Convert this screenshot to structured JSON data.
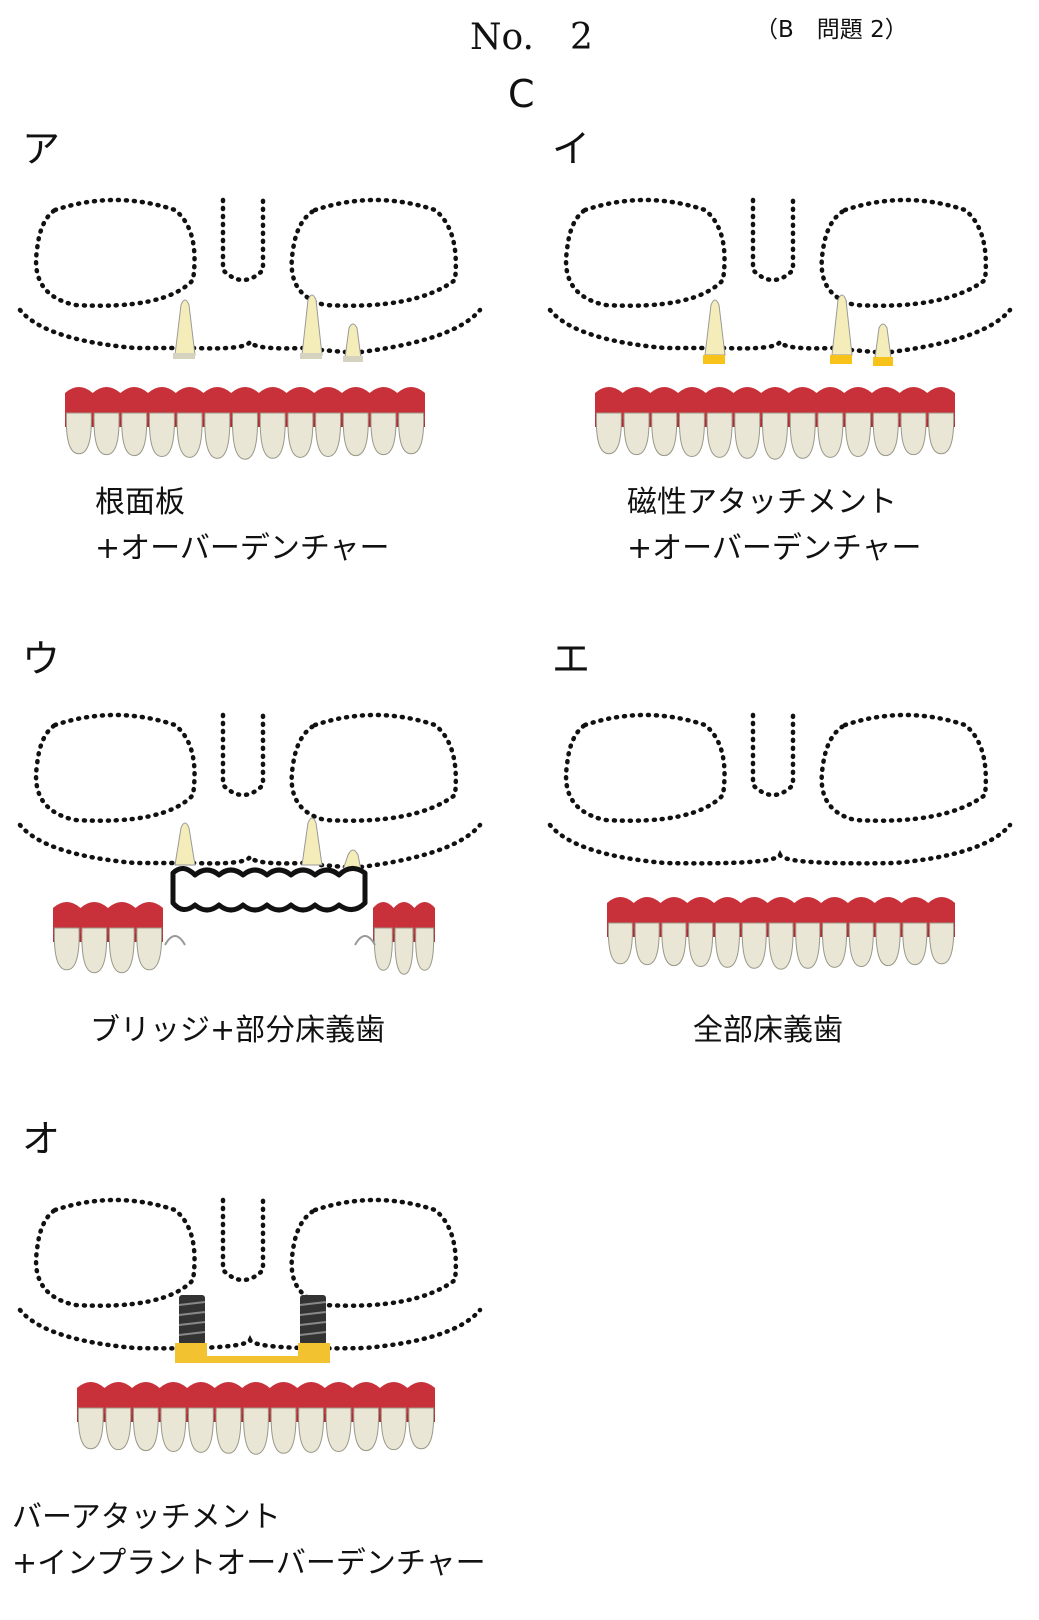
{
  "header": {
    "number": "No.　2",
    "subtitle": "（B　問題 2）",
    "section": "C"
  },
  "panels": [
    {
      "label": "ア",
      "caption_line1": "根面板",
      "caption_line2": "+オーバーデンチャー"
    },
    {
      "label": "イ",
      "caption_line1": "磁性アタッチメント",
      "caption_line2": "+オーバーデンチャー"
    },
    {
      "label": "ウ",
      "caption_line1": "ブリッジ+部分床義歯",
      "caption_line2": ""
    },
    {
      "label": "エ",
      "caption_line1": "全部床義歯",
      "caption_line2": ""
    },
    {
      "label": "オ",
      "caption_line1": "バーアタッチメント",
      "caption_line2": "+インプラントオーバーデンチャー"
    }
  ],
  "colors": {
    "gum": "#c8313a",
    "gum_dark": "#9c1f28",
    "tooth": "#e9e6d6",
    "root": "#f4edb9",
    "magnet": "#f7c21a",
    "bar": "#f2c230",
    "implant": "#333333",
    "outline": "#111111"
  }
}
